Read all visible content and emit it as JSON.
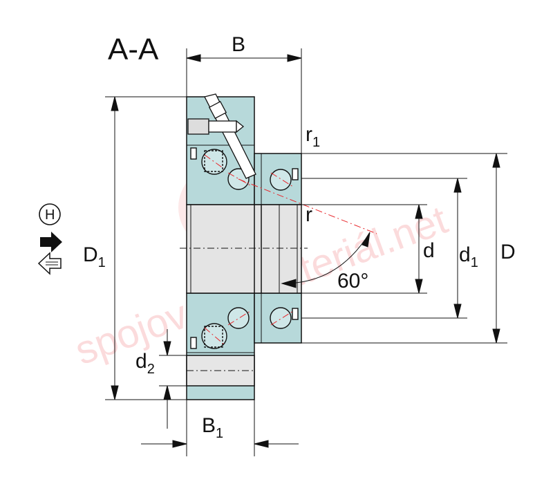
{
  "title": "A-A",
  "labels": {
    "B": "B",
    "B1_main": "B",
    "B1_sub": "1",
    "D": "D",
    "D1_main": "D",
    "D1_sub": "1",
    "d": "d",
    "d1_main": "d",
    "d1_sub": "1",
    "d2_main": "d",
    "d2_sub": "2",
    "r": "r",
    "r1_main": "r",
    "r1_sub": "1",
    "angle": "60°"
  },
  "symbols": {
    "h_symbol": "H"
  },
  "icons": [
    "h-circle-icon",
    "solid-arrow-icon",
    "hollow-arrow-icon"
  ],
  "watermark": "spojovací-materiál.net",
  "colors": {
    "ring": "#b7d9da",
    "line": "#111111",
    "centerline": "#e8262b",
    "watermark": "#e8262b"
  }
}
